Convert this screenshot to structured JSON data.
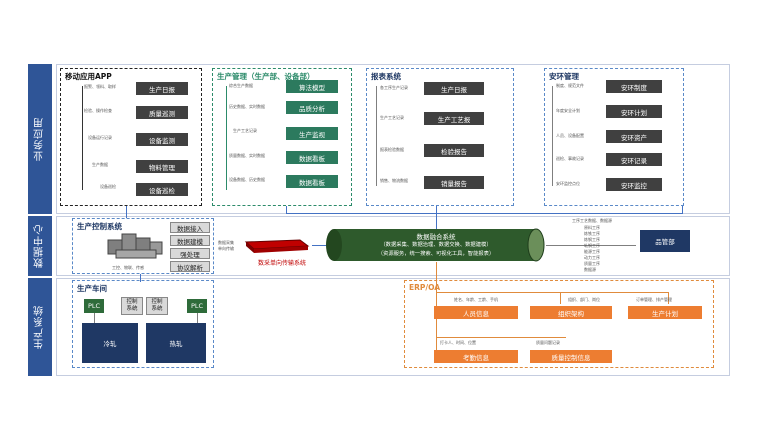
{
  "rows": {
    "business": "业务应用",
    "data_center": "数据中心",
    "production": "生产系统"
  },
  "mobile": {
    "title": "移动应用APP",
    "items": [
      "生产日报",
      "质量巡测",
      "设备监测",
      "物料管理",
      "设备巡检"
    ],
    "notes": [
      "报警、领料、取样",
      "检验、操作检查",
      "设备运行记录",
      "生产数据",
      "设备巡检"
    ]
  },
  "production_mgmt": {
    "title": "生产管理（生产部、设备部）",
    "items": [
      "算法模型",
      "品质分析",
      "生产监视",
      "数据看板",
      "数据看板"
    ],
    "notes": [
      "综合生产数据",
      "历史数据、实时数据",
      "生产工艺记录",
      "质量数据、实时数据",
      "设备数据、历史数据"
    ]
  },
  "report": {
    "title": "报表系统",
    "items": [
      "生产日报",
      "生产工艺报",
      "检验报告",
      "销量报告"
    ],
    "notes": [
      "各工序生产记录",
      "生产工艺记录",
      "报表检验数据",
      "销售、物流数据"
    ]
  },
  "safety": {
    "title": "安环管理",
    "items": [
      "安环制度",
      "安环计划",
      "安环资产",
      "安环记录",
      "安环监控"
    ],
    "notes": [
      "制度、规范文件",
      "年度安全计划",
      "人员、设备配置",
      "巡检、事故记录",
      "安环监控点位"
    ]
  },
  "control": {
    "title": "生产控制系统",
    "items": [
      "数据接入",
      "数据建模",
      "强处理",
      "协议解析"
    ],
    "note": "工控、物联、传感"
  },
  "transfer": {
    "label": "数采单向传输系统",
    "left_note": "数据采集",
    "left_note2": "单向传输"
  },
  "fusion": {
    "title": "数据融合系统",
    "line1": "（数据采集、数据治理、数据交换、数据建模）",
    "line2": "（资源服务，统一搜索、可视化工具，智能报表）"
  },
  "quality": {
    "label": "品管部",
    "notes": [
      "工序工艺数据、数据源",
      "原料工序",
      "炼铁工序",
      "炼钢工序",
      "轧钢工序",
      "能源工序",
      "动力工序",
      "质量工序",
      "数据源"
    ]
  },
  "workshop": {
    "title": "生产车间",
    "plc1": "PLC",
    "plc2": "PLC",
    "ctrl1": "控制\n系统",
    "ctrl2": "控制\n系统",
    "mill1": "冷轧",
    "mill2": "热轧"
  },
  "erp": {
    "title": "ERP/OA",
    "items": [
      "人员信息",
      "组织架构",
      "生产计划",
      "考勤信息",
      "质量控制信息"
    ],
    "notes": [
      "姓名、年龄、工龄、手机",
      "组织、部门、岗位",
      "订单管理、排产管理",
      "打卡人、时间、位置",
      "质量问题记录"
    ]
  },
  "colors": {
    "row_label": "#2f5597",
    "box_gray": "#404040",
    "box_green": "#2c7a5e",
    "box_orange": "#ed7d31",
    "box_navy": "#1f3864",
    "fusion": "#2e5a2c"
  }
}
